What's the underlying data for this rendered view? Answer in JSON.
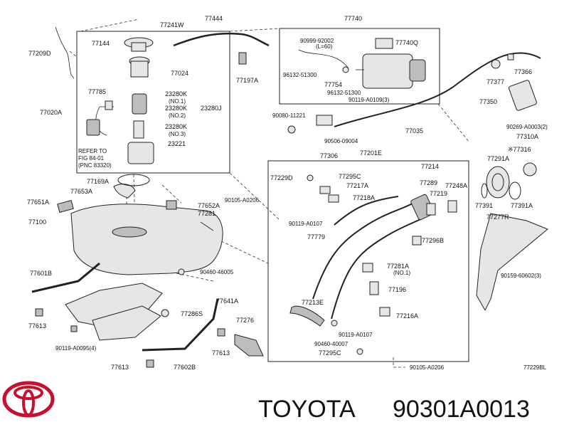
{
  "labels": {
    "p77444": "77444",
    "p77241w": "77241W",
    "p77740": "77740",
    "p77144": "77144",
    "p77209d": "77209D",
    "p77024": "77024",
    "p77785": "77785",
    "p23280k_a": "23280K",
    "p23280k_a_no": "(NO.1)",
    "p23280k_b": "23280K",
    "p23280k_b_no": "(NO.2)",
    "p23280j": "23280J",
    "p77020a": "77020A",
    "p23280k_c": "23280K",
    "p23280k_c_no": "(NO.3)",
    "p23221": "23221",
    "refer1": "REFER TO",
    "refer2": "FIG 84-01",
    "refer3": "(PNC 83320)",
    "p77197a": "77197A",
    "p90999": "90999-92002",
    "p90999_l": "(L=60)",
    "p77740q": "77740Q",
    "p96132_a": "96132-51300",
    "p77754": "77754",
    "p96132_b": "96132-51300",
    "p90119_a0109": "90119-A0109(3)",
    "p77377": "77377",
    "p77366": "77366",
    "p77350": "77350",
    "p90269": "90269-A0003(2)",
    "p90080": "90080-11221",
    "p77035": "77035",
    "p90506": "90506-09004",
    "p77310a": "77310A",
    "p77306": "77306",
    "p77201e": "77201E",
    "p77316": "※77316",
    "p77291a": "77291A",
    "p77169a": "77169A",
    "p77653a": "77653A",
    "p77229d": "77229D",
    "p77295c_a": "77295C",
    "p77214": "77214",
    "p77217a": "77217A",
    "p77289": "77289",
    "p77248a": "77248A",
    "p77219": "77219",
    "p77218a": "77218A",
    "p90105_a0206_a": "90105-A0206",
    "p77651a": "77651A",
    "p77652a": "77652A",
    "p77281": "77281",
    "p77391": "77391",
    "p77391a": "77391A",
    "p77100": "77100",
    "p90119_a0107_a": "90119-A0107",
    "p77277r": "77277R",
    "p77779": "77779",
    "p77296b": "77296B",
    "p90460_46005": "90460-46005",
    "p77281a": "77281A",
    "p77281a_no": "(NO.1)",
    "p77601b": "77601B",
    "p90159": "90159-60602(3)",
    "p77196": "77196",
    "p77641a": "77641A",
    "p77213e": "77213E",
    "p77286s": "77286S",
    "p77216a": "77216A",
    "p77613_a": "77613",
    "p77276": "77276",
    "p90119_a0107_b": "90119-A0107",
    "p90460_40007": "90460-40007",
    "p90119_a0095": "90119-A0095(4)",
    "p77613_b": "77613",
    "p77295c_b": "77295C",
    "p77613_c": "77613",
    "p77602b": "77602B",
    "p90105_a0206_b": "90105-A0206",
    "fig_code": "77229BL"
  },
  "brand": {
    "name": "TOYOTA",
    "part_number": "90301A0013",
    "logo_icon": "toyota-logo-icon",
    "logo_color": "#c8102e"
  }
}
